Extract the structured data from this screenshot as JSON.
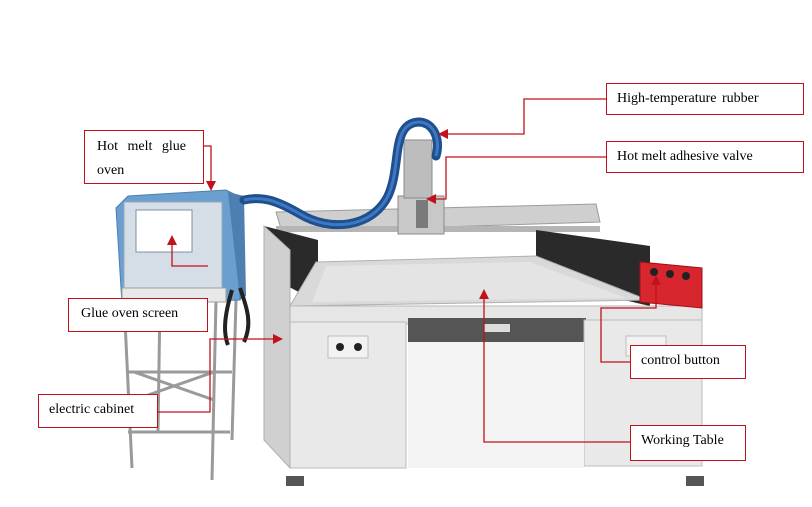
{
  "labels": {
    "high_temp_rubber": "High-temperature  rubber",
    "valve": "Hot melt adhesive valve",
    "glue_oven": "Hot  melt  glue oven",
    "glue_oven_screen": "Glue oven screen",
    "control_button": "control button",
    "electric_cabinet": "electric cabinet",
    "working_table": "Working Table"
  },
  "colors": {
    "leader_line": "#c0121a",
    "machine_frame": "#e2e2e2",
    "cabinet_blue": "#6a9fd0",
    "hose": "#1e4f8f",
    "control_panel": "#d8262e"
  }
}
